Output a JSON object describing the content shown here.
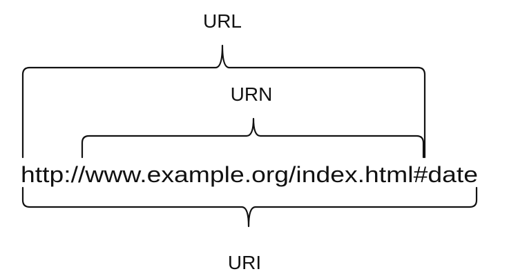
{
  "labels": {
    "url": "URL",
    "urn": "URN",
    "uri": "URI"
  },
  "address": "http://www.example.org/index.html#date",
  "colors": {
    "ink": "#111111",
    "background": "#ffffff"
  }
}
